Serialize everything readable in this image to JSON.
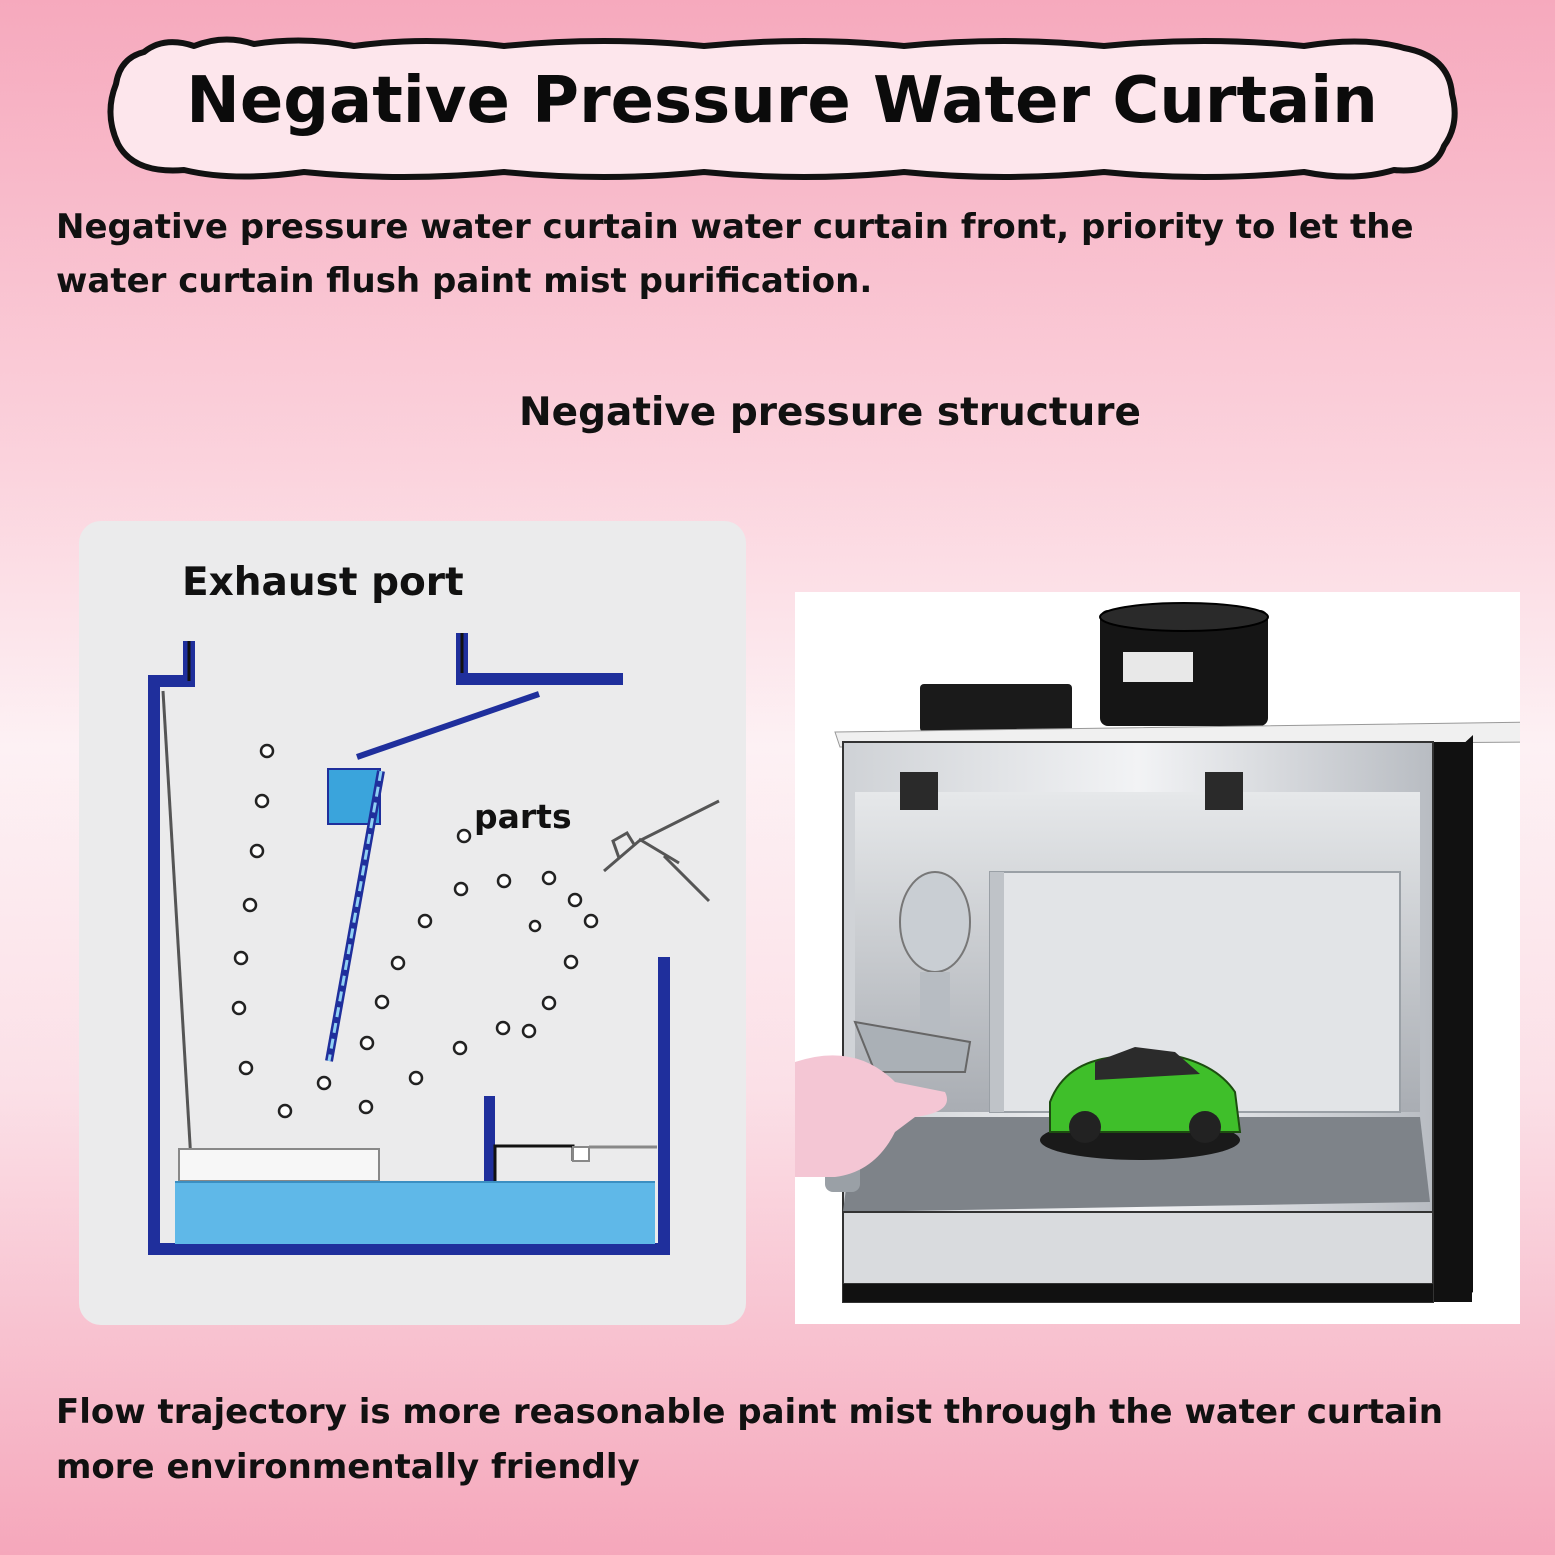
{
  "title": "Negative Pressure Water Curtain",
  "intro": "Negative pressure water curtain water curtain front, priority to let the water curtain flush paint mist purification.",
  "subheading": "Negative pressure structure",
  "diagram": {
    "exhaust_label": "Exhaust port",
    "parts_label": "parts"
  },
  "footer": "Flow trajectory is more reasonable paint mist through the water curtain more environmentally friendly",
  "colors": {
    "wall_blue": "#1f2f9c",
    "water_blue": "#5fb8e8",
    "pink_top": "#f6a9bd",
    "pink_mid": "#fdf1f4"
  }
}
